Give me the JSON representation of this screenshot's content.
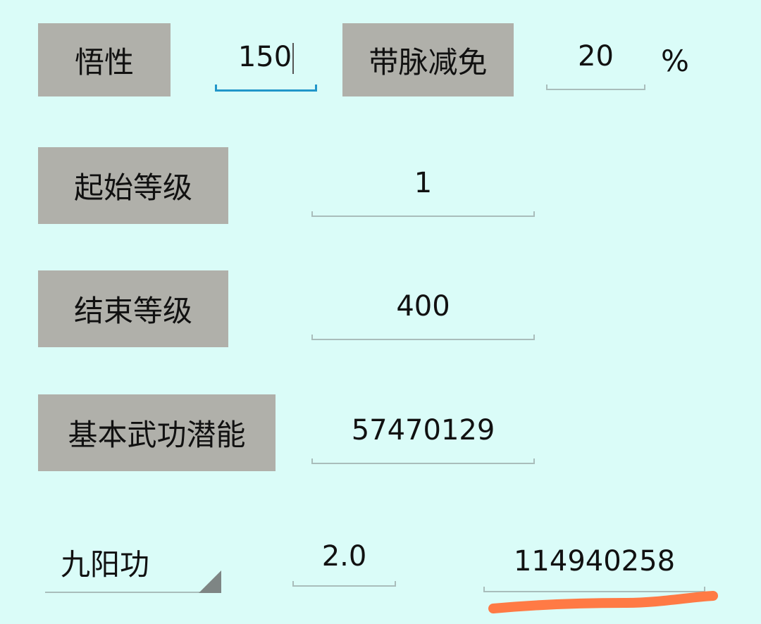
{
  "rows": {
    "wuxing": {
      "label": "悟性",
      "value": "150"
    },
    "daimai": {
      "label": "带脉减免",
      "value": "20",
      "unit": "%"
    },
    "start_level": {
      "label": "起始等级",
      "value": "1"
    },
    "end_level": {
      "label": "结束等级",
      "value": "400"
    },
    "base_potential": {
      "label": "基本武功潜能",
      "value": "57470129"
    }
  },
  "skill": {
    "selected": "九阳功",
    "multiplier": "2.0",
    "result": "114940258"
  },
  "colors": {
    "background": "#dafcf8",
    "button": "#b0b0aa",
    "focus_underline": "#2196c9",
    "highlight_mark": "#ff7a45"
  }
}
